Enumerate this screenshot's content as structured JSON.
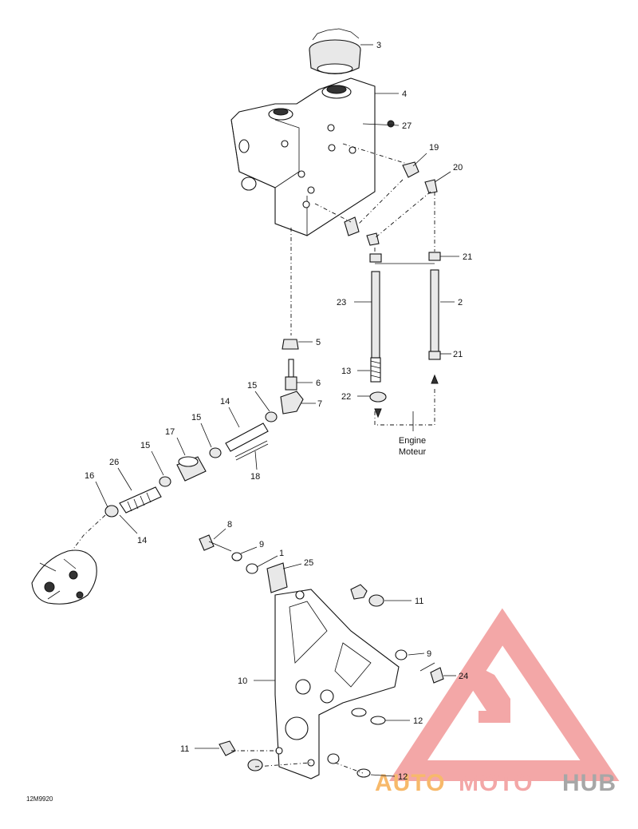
{
  "callouts": [
    {
      "id": "3",
      "text": "3"
    },
    {
      "id": "4",
      "text": "4"
    },
    {
      "id": "27",
      "text": "27"
    },
    {
      "id": "19",
      "text": "19"
    },
    {
      "id": "20",
      "text": "20"
    },
    {
      "id": "21a",
      "text": "21"
    },
    {
      "id": "23",
      "text": "23"
    },
    {
      "id": "2",
      "text": "2"
    },
    {
      "id": "5",
      "text": "5"
    },
    {
      "id": "21b",
      "text": "21"
    },
    {
      "id": "13",
      "text": "13"
    },
    {
      "id": "6",
      "text": "6"
    },
    {
      "id": "22",
      "text": "22"
    },
    {
      "id": "7",
      "text": "7"
    },
    {
      "id": "15a",
      "text": "15"
    },
    {
      "id": "14a",
      "text": "14"
    },
    {
      "id": "15b",
      "text": "15"
    },
    {
      "id": "17",
      "text": "17"
    },
    {
      "id": "15c",
      "text": "15"
    },
    {
      "id": "18",
      "text": "18"
    },
    {
      "id": "26",
      "text": "26"
    },
    {
      "id": "16",
      "text": "16"
    },
    {
      "id": "14b",
      "text": "14"
    },
    {
      "id": "8",
      "text": "8"
    },
    {
      "id": "9a",
      "text": "9"
    },
    {
      "id": "1",
      "text": "1"
    },
    {
      "id": "25",
      "text": "25"
    },
    {
      "id": "11a",
      "text": "11"
    },
    {
      "id": "9b",
      "text": "9"
    },
    {
      "id": "24",
      "text": "24"
    },
    {
      "id": "10",
      "text": "10"
    },
    {
      "id": "12a",
      "text": "12"
    },
    {
      "id": "11b",
      "text": "11"
    },
    {
      "id": "12b",
      "text": "12"
    }
  ],
  "engine_label": {
    "line1": "Engine",
    "line2": "Moteur"
  },
  "figure_ref": "12M9920",
  "watermark": {
    "part1": "AUTO",
    "part2": "MOTO",
    "part3": "HUB",
    "color_orange": "#f5a23a",
    "color_red": "#f08a8a",
    "color_gray": "#8a8a8a"
  }
}
